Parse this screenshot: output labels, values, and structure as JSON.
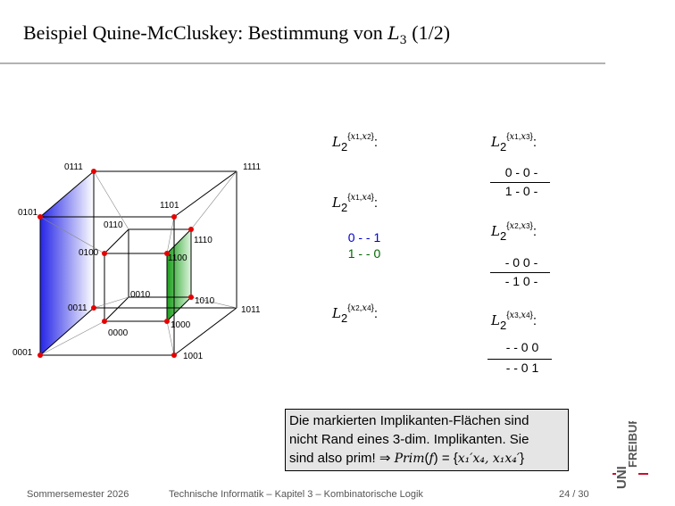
{
  "title": {
    "text": "Beispiel Quine-McCluskey: Bestimmung von ",
    "math_var": "L",
    "math_sub": "3",
    "suffix": " (1/2)"
  },
  "cube": {
    "vertices": {
      "v0111": "0111",
      "v1111": "1111",
      "v0101": "0101",
      "v1101": "1101",
      "v0110": "0110",
      "v1110": "1110",
      "v0100": "0100",
      "v1100": "1100",
      "v0010": "0010",
      "v1010": "1010",
      "v0011": "0011",
      "v1011": "1011",
      "v1000": "1000",
      "v0000": "0000",
      "v0001": "0001",
      "v1001": "1001"
    },
    "colors": {
      "face_blue": "#1a1ae6",
      "face_green": "#1a9e1a",
      "point": "#e60000"
    }
  },
  "tables": {
    "t12": {
      "var": "L",
      "sub": "2",
      "sup_a": "x",
      "sup_a_sub": "1",
      "sup_b": "x",
      "sup_b_sub": "2",
      "rows": []
    },
    "t13": {
      "var": "L",
      "sub": "2",
      "sup_a": "x",
      "sup_a_sub": "1",
      "sup_b": "x",
      "sup_b_sub": "3",
      "rows": [
        "0 - 0 -",
        "1 - 0 -"
      ]
    },
    "t14": {
      "var": "L",
      "sub": "2",
      "sup_a": "x",
      "sup_a_sub": "1",
      "sup_b": "x",
      "sup_b_sub": "4",
      "rows": [
        "0 - - 1",
        "1 - - 0"
      ],
      "row_colors": [
        "#0000cc",
        "#006600"
      ]
    },
    "t23": {
      "var": "L",
      "sub": "2",
      "sup_a": "x",
      "sup_a_sub": "2",
      "sup_b": "x",
      "sup_b_sub": "3",
      "rows": [
        "- 0 0 -",
        "- 1 0 -"
      ]
    },
    "t24": {
      "var": "L",
      "sub": "2",
      "sup_a": "x",
      "sup_a_sub": "2",
      "sup_b": "x",
      "sup_b_sub": "4",
      "rows": []
    },
    "t34": {
      "var": "L",
      "sub": "2",
      "sup_a": "x",
      "sup_a_sub": "3",
      "sup_b": "x",
      "sup_b_sub": "4",
      "rows": [
        "- - 0 0",
        "- - 0 1"
      ]
    }
  },
  "note": {
    "line1": "Die markierten Implikanten-Flächen sind",
    "line2": "nicht Rand eines 3-dim. Implikanten. Sie",
    "line3_pre": "sind also prim! ⇒ ",
    "prim": "Prim",
    "paren_open": "(",
    "f": "f",
    "paren_close": ")",
    "eq": " = {",
    "set": "x",
    "set_text": "x₁′x₄, x₁x₄′",
    "close": "}"
  },
  "footer": {
    "semester": "Sommersemester 2026",
    "course": "Technische Informatik – Kapitel 3 – Kombinatorische Logik",
    "page": "24 / 30"
  },
  "logo": {
    "uni": "UNI",
    "freiburg": "FREIBURG",
    "color": "#333333",
    "accent": "#c8102e"
  }
}
